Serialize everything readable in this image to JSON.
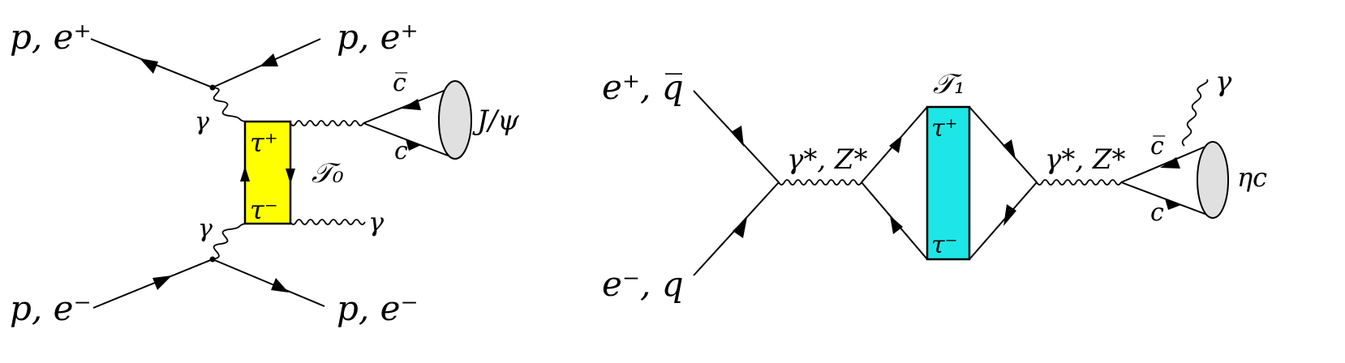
{
  "diagram_left": {
    "ext_top_left": "p, e⁺",
    "ext_top_right": "p, e⁺",
    "ext_bottom_left": "p, e⁻",
    "ext_bottom_right": "p, e⁻",
    "photon_top": "γ",
    "photon_bottom": "γ",
    "photon_out": "γ",
    "box_top": "τ⁺",
    "box_bottom": "τ⁻",
    "box_name": "𝒯₀",
    "anti_charm": "c̅",
    "charm": "c",
    "meson": "J/ψ",
    "box_color": "#ffff00",
    "blob_color": "#e0e0e0"
  },
  "diagram_right": {
    "in_top": "e⁺, q̅",
    "in_bottom": "e⁻, q",
    "boson_left": "γ*, Z*",
    "boson_right": "γ*, Z*",
    "box_name": "𝒯₁",
    "box_top": "τ⁺",
    "box_bottom": "τ⁻",
    "photon_out": "γ",
    "anti_charm": "c̅",
    "charm": "c",
    "meson": "ηc",
    "box_color": "#1ee6e6",
    "blob_color": "#e0e0e0"
  }
}
